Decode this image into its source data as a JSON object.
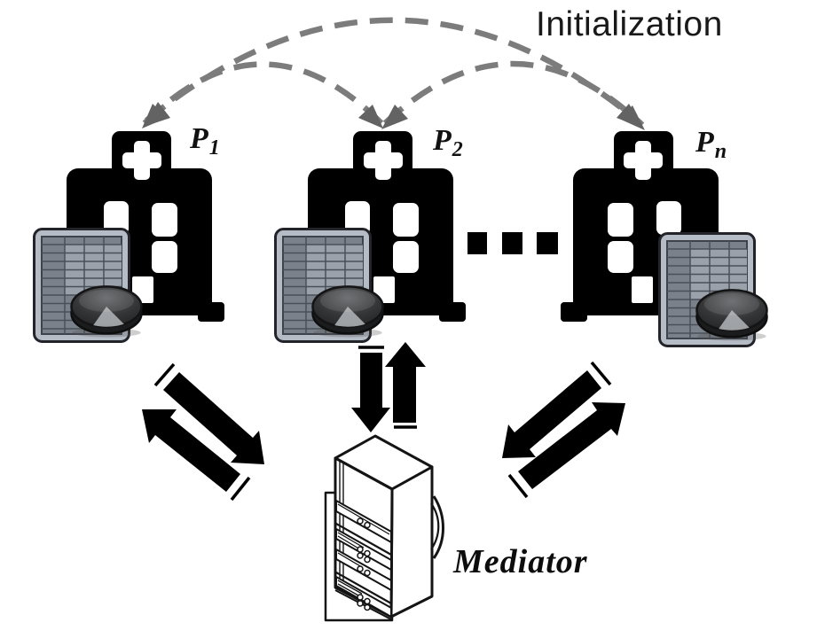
{
  "diagram": {
    "initialization_label": "Initialization",
    "mediator_label": "Mediator",
    "parties": [
      {
        "id": "party-1",
        "symbol": "P",
        "subscript": "1"
      },
      {
        "id": "party-2",
        "symbol": "P",
        "subscript": "2"
      },
      {
        "id": "party-n",
        "symbol": "P",
        "subscript": "n"
      }
    ],
    "ellipsis_between_parties": "...",
    "icons": {
      "party_icon": "hospital-building-icon",
      "data_icons": [
        "spreadsheet-data-icon",
        "pie-chart-icon"
      ],
      "mediator_icon": "server-rack-icon"
    },
    "connections": {
      "initialization_arcs": [
        "P1-P2",
        "P2-Pn",
        "P1-Pn"
      ],
      "mediator_links": [
        "P1-Mediator",
        "P2-Mediator",
        "Pn-Mediator"
      ]
    },
    "colors": {
      "background": "#ffffff",
      "building": "#000000",
      "comm_arrow": "#000000",
      "dashed_arc": "#7c7c7c",
      "arc_arrowhead": "#636363",
      "spreadsheet_frame": "#b6bcc6",
      "spreadsheet_grid": "#7b818a",
      "pie_disc": "#2c2d2f"
    }
  }
}
